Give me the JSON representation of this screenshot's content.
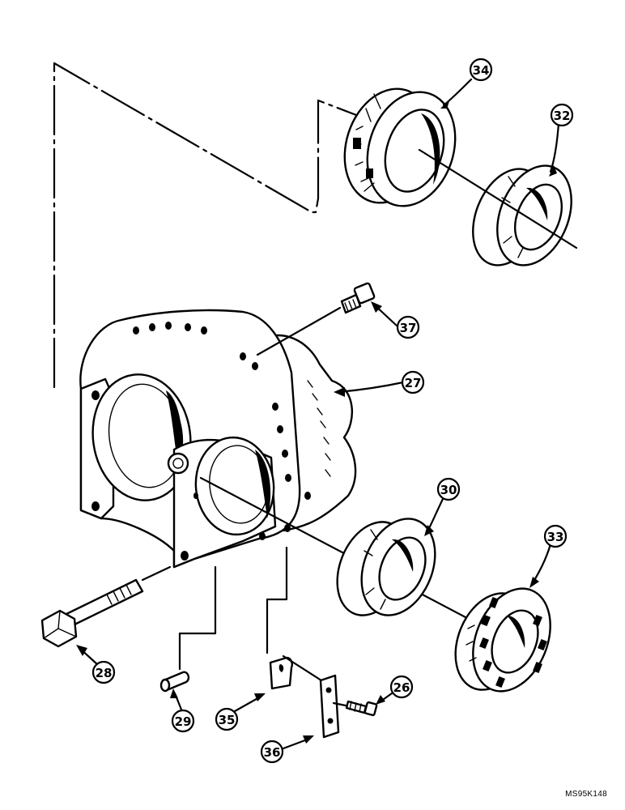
{
  "callouts": {
    "c26": "26",
    "c27": "27",
    "c28": "28",
    "c29": "29",
    "c30": "30",
    "c32": "32",
    "c33": "33",
    "c34": "34",
    "c35": "35",
    "c36": "36",
    "c37": "37"
  },
  "reference_code": "MS95K148"
}
